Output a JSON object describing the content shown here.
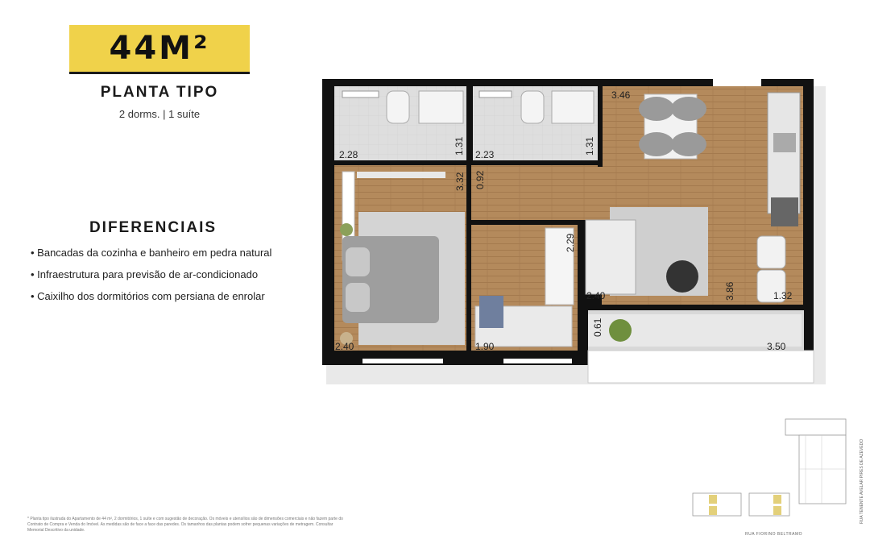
{
  "header": {
    "area_badge": "44M²",
    "title": "PLANTA TIPO",
    "subtitle": "2 dorms. | 1 suíte"
  },
  "features": {
    "title": "DIFERENCIAIS",
    "items": [
      "Bancadas da cozinha e banheiro em pedra natural",
      "Infraestrutura para previsão de ar-condicionado",
      "Caixilho dos dormitórios com persiana de enrolar"
    ]
  },
  "floorplan": {
    "dimensions": {
      "d_228": "2.28",
      "d_131a": "1.31",
      "d_223": "2.23",
      "d_131b": "1.31",
      "d_346": "3.46",
      "d_332": "3.32",
      "d_092": "0.92",
      "d_229": "2.29",
      "d_240a": "2.40",
      "d_386": "3.86",
      "d_132": "1.32",
      "d_061": "0.61",
      "d_240b": "2.40",
      "d_190": "1.90",
      "d_350": "3.50"
    }
  },
  "disclaimer": "* Planta tipo ilustrada do Apartamento de 44 m², 2 dormitórios, 1 suíte e com sugestão de decoração. Os móveis e utensílios são de dimensões comerciais e não fazem parte do Contrato de Compra e Venda do Imóvel. As medidas são de face a face das paredes. Os tamanhos das plantas podem sofrer pequenas variações de metragem. Consultar Memorial Descritivo da unidade.",
  "key_plan": {
    "street_bottom": "RUA FIORINO BELTRAMO",
    "street_right": "RUA TENENTE AVELAR PIRES DE AZEVEDO"
  },
  "colors": {
    "accent_yellow": "#f0d24a",
    "wall": "#111111",
    "wood_floor": "#b48a5c",
    "tile_floor": "#d9d9d9"
  }
}
